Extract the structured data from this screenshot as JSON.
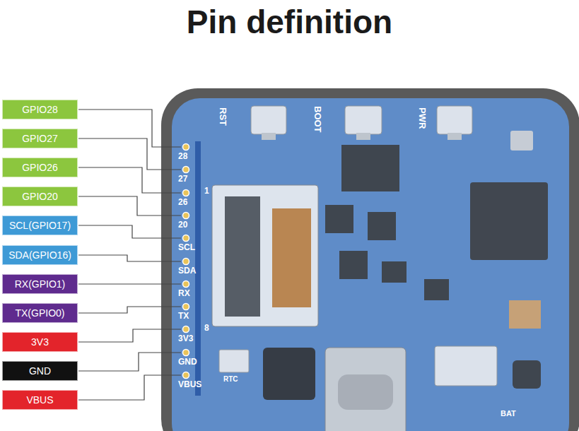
{
  "diagram": {
    "title": "Pin definition",
    "nodes": [
      {
        "text": [
          "GPIO28"
        ]
      },
      {
        "text": [
          "GPIO27"
        ]
      },
      {
        "text": [
          "GPIO26"
        ]
      },
      {
        "text": [
          "GPIO20"
        ]
      },
      {
        "text": [
          "SCL(GPIO17)"
        ]
      },
      {
        "text": [
          "SDA(GPIO16)"
        ]
      },
      {
        "text": [
          "RX(GPIO1)"
        ]
      },
      {
        "text": [
          "TX(GPIO0)"
        ]
      },
      {
        "text": [
          "3V3"
        ]
      },
      {
        "text": [
          "GND"
        ]
      },
      {
        "text": [
          "VBUS"
        ]
      }
    ],
    "labels": [
      "28",
      "27",
      "26",
      "20",
      "SCL",
      "SDA",
      "RX",
      "TX",
      "3V3",
      "GND",
      "VBUS",
      "RST",
      "BOOT",
      "PWR",
      "RTC",
      "BAT",
      "1",
      "8"
    ]
  }
}
